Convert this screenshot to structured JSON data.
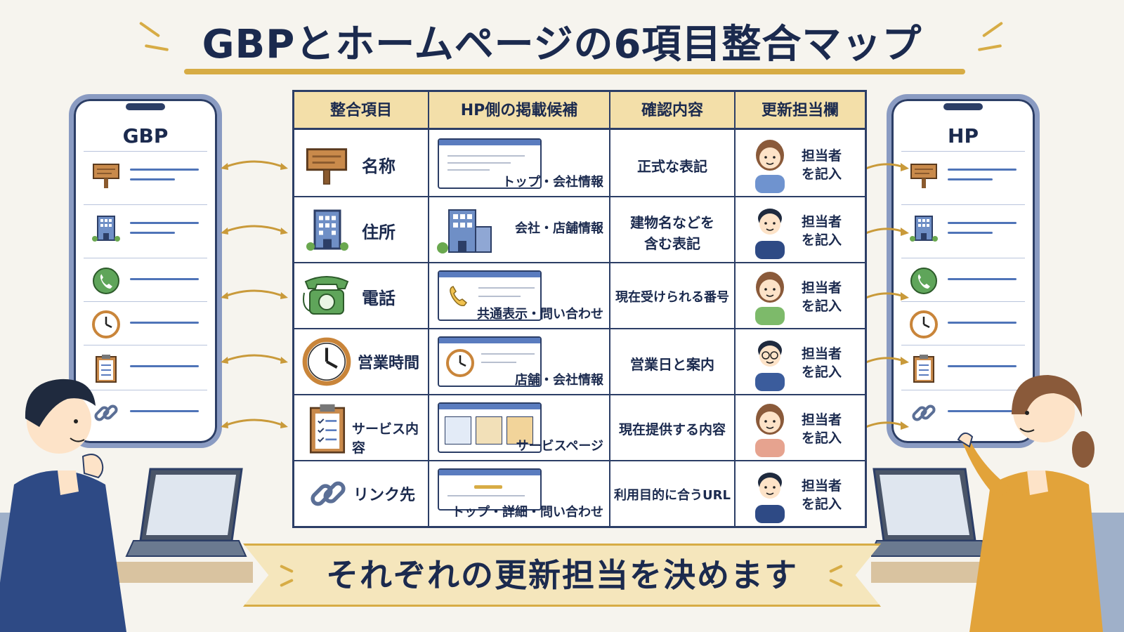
{
  "title": "GBPとホームページの6項目整合マップ",
  "left_phone": {
    "title": "GBP"
  },
  "right_phone": {
    "title": "HP"
  },
  "table": {
    "headers": [
      "整合項目",
      "HP側の掲載候補",
      "確認内容",
      "更新担当欄"
    ],
    "rows": [
      {
        "item": "名称",
        "hp_candidate": "トップ・会社情報",
        "check": [
          "正式な表記"
        ],
        "assignee": [
          "担当者",
          "を記入"
        ]
      },
      {
        "item": "住所",
        "hp_candidate": "会社・店舗情報",
        "check": [
          "建物名などを",
          "含む表記"
        ],
        "assignee": [
          "担当者",
          "を記入"
        ]
      },
      {
        "item": "電話",
        "hp_candidate": "共通表示・問い合わせ",
        "check": [
          "現在受けられる番号"
        ],
        "assignee": [
          "担当者",
          "を記入"
        ]
      },
      {
        "item": "営業時間",
        "hp_candidate": "店舗・会社情報",
        "check": [
          "営業日と案内"
        ],
        "assignee": [
          "担当者",
          "を記入"
        ]
      },
      {
        "item": "サービス内容",
        "hp_candidate": "サービスページ",
        "check": [
          "現在提供する内容"
        ],
        "assignee": [
          "担当者",
          "を記入"
        ]
      },
      {
        "item": "リンク先",
        "hp_candidate": "トップ・詳細・問い合わせ",
        "check": [
          "利用目的に合うURL"
        ],
        "assignee": [
          "担当者",
          "を記入"
        ]
      }
    ]
  },
  "banner": "それぞれの更新担当を決めます",
  "icons": [
    "signboard-icon",
    "building-icon",
    "phone-icon",
    "clock-icon",
    "clipboard-icon",
    "link-icon"
  ],
  "colors": {
    "navy": "#1b2a4e",
    "gold": "#d7ac45",
    "header_bg": "#f3dfa9",
    "accent_blue": "#5a7cbf"
  }
}
